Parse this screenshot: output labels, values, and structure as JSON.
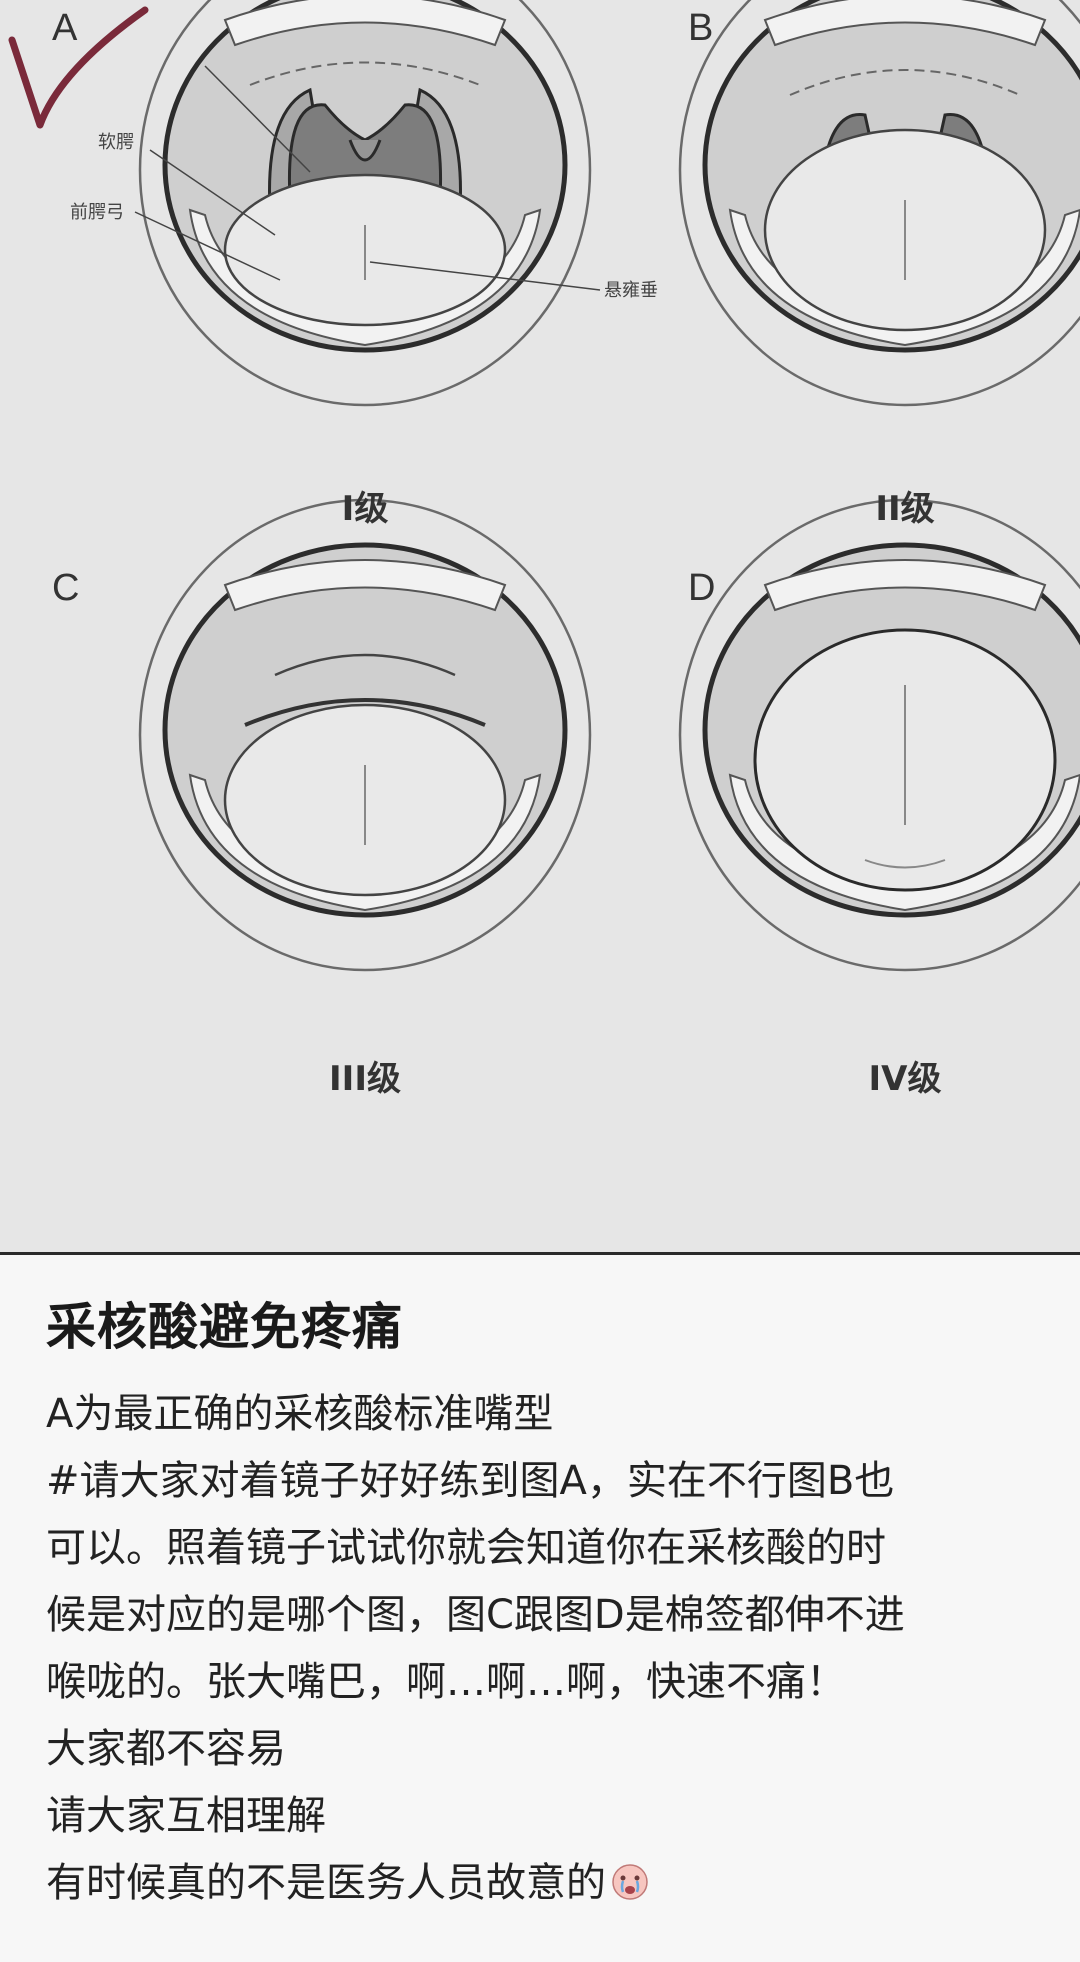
{
  "figure": {
    "panels": [
      {
        "letter": "A",
        "grade": "I级"
      },
      {
        "letter": "B",
        "grade": "II级"
      },
      {
        "letter": "C",
        "grade": "III级"
      },
      {
        "letter": "D",
        "grade": "IV级"
      }
    ],
    "annotations": {
      "soft_palate": "软腭",
      "palatoglossal_arch": "前腭弓",
      "uvula": "悬雍垂"
    },
    "check_mark_color": "#7a2a3a"
  },
  "post": {
    "title": "采核酸避免疼痛",
    "lines": [
      "A为最正确的采核酸标准嘴型",
      "#请大家对着镜子好好练到图A，实在不行图B也",
      "可以。照着镜子试试你就会知道你在采核酸的时",
      "候是对应的是哪个图，图C跟图D是棉签都伸不进",
      "喉咙的。张大嘴巴，啊…啊…啊，快速不痛！",
      "大家都不容易",
      "请大家互相理解",
      "有时候真的不是医务人员故意的"
    ],
    "trailing_emoji": "crying-face-emoji"
  }
}
